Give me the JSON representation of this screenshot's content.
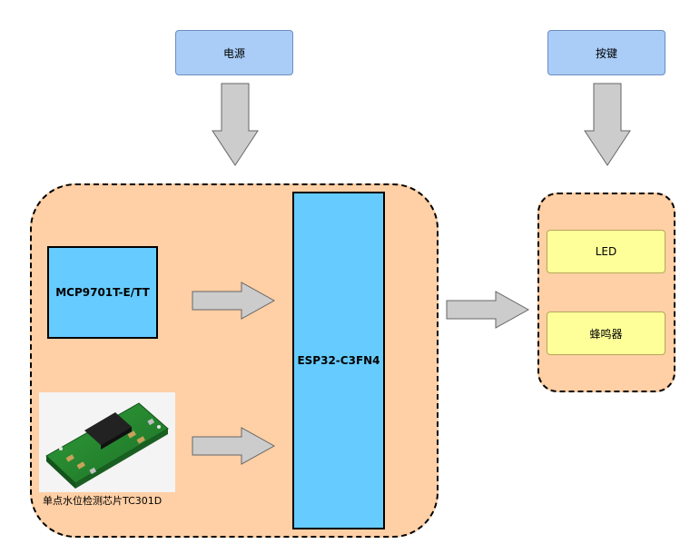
{
  "nodes": {
    "power": "电源",
    "button": "按键",
    "mcp": "MCP9701T-E/TT",
    "sensor_caption": "单点水位检测芯片TC301D",
    "esp": "ESP32-C3FN4",
    "led": "LED",
    "buzzer": "蜂鸣器"
  },
  "colors": {
    "top_box": "#a9cdf7",
    "group_fill": "#ffcfa5",
    "chip_fill": "#66ccff",
    "output_fill": "#ffff99",
    "arrow_fill": "#cccccc"
  },
  "icons": {
    "sensor_image": "water-level-sensor-board-photo"
  }
}
